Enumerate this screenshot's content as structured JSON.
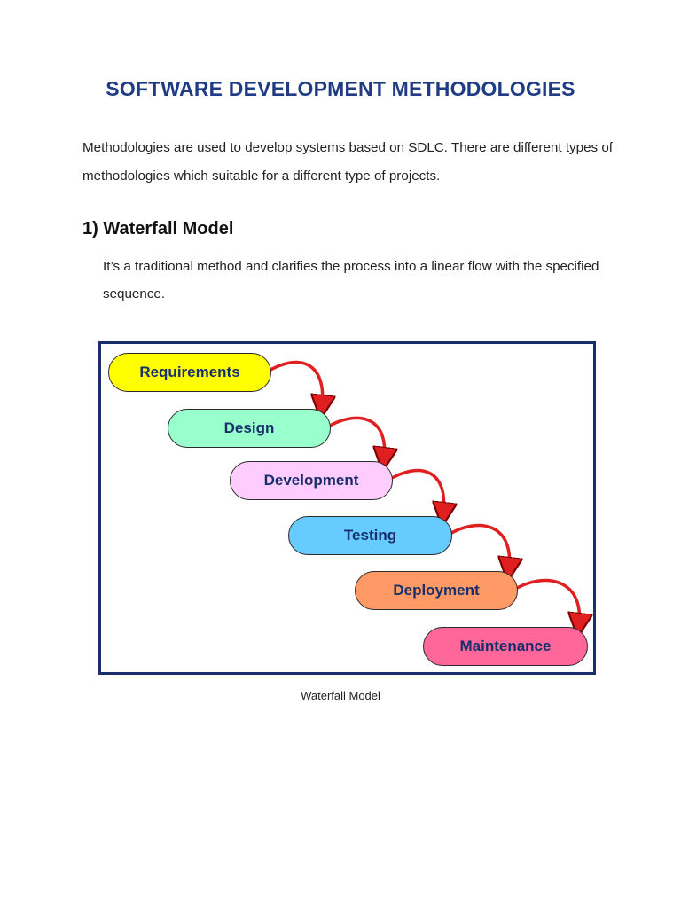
{
  "document": {
    "title": "SOFTWARE DEVELOPMENT METHODOLOGIES",
    "intro": "Methodologies are used to develop systems based on SDLC. There are different types of methodologies which suitable for a different type of projects.",
    "section": {
      "heading": "1) Waterfall Model",
      "text": "It’s a traditional method and clarifies the process into a linear flow with the specified sequence."
    },
    "figure": {
      "stages": [
        {
          "label": "Requirements",
          "color": "#ffff00"
        },
        {
          "label": "Design",
          "color": "#99ffcc"
        },
        {
          "label": "Development",
          "color": "#ffccff"
        },
        {
          "label": "Testing",
          "color": "#66ccff"
        },
        {
          "label": "Deployment",
          "color": "#ff9966"
        },
        {
          "label": "Maintenance",
          "color": "#ff6699"
        }
      ],
      "arrow_color": "#e02020",
      "caption": "Waterfall Model"
    }
  }
}
